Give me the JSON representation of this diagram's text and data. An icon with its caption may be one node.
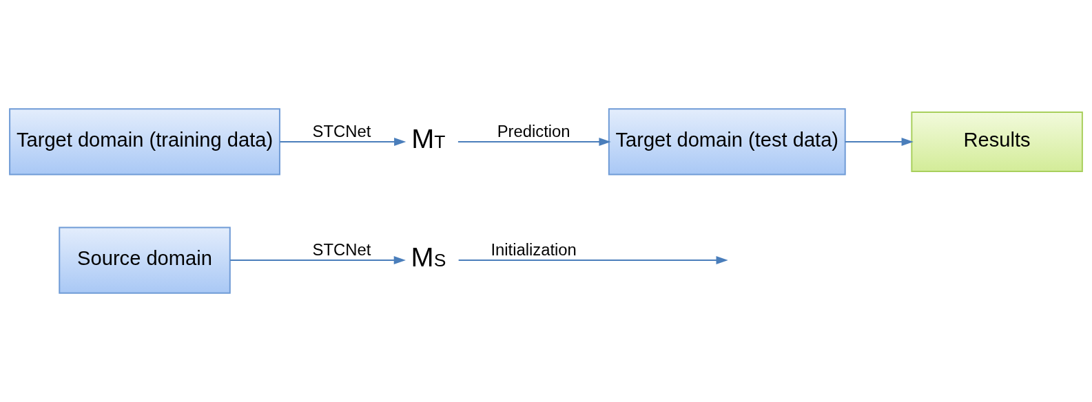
{
  "diagram": {
    "nodes": [
      {
        "text": [
          "Source domain"
        ]
      },
      {
        "text": [
          "M",
          "S"
        ]
      },
      {
        "text": [
          "Target domain (test data)"
        ]
      },
      {
        "text": [
          "Results"
        ]
      },
      {
        "text": [
          "Target domain (training data)"
        ]
      },
      {
        "text": [
          "M",
          "T"
        ]
      }
    ],
    "edges": [
      {
        "from": 0,
        "to": 1,
        "arrow": "to",
        "label": "STCNet"
      },
      {
        "from": 1,
        "to": null,
        "arrow": "to",
        "label": "Initialization"
      },
      {
        "from": 4,
        "to": 5,
        "arrow": "to",
        "label": "STCNet"
      },
      {
        "from": 5,
        "to": 2,
        "arrow": "to",
        "label": "Prediction"
      },
      {
        "from": 2,
        "to": 3,
        "arrow": "to"
      }
    ]
  }
}
